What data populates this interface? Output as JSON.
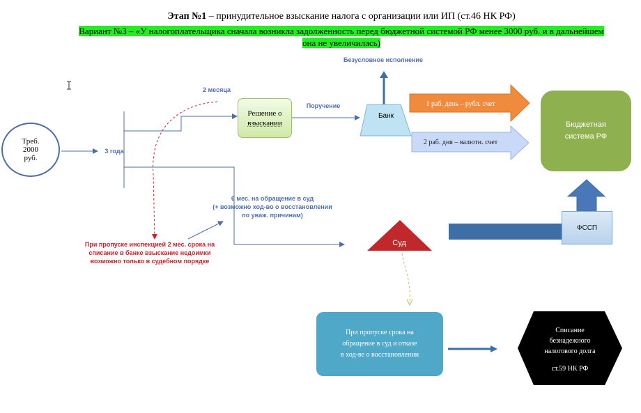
{
  "header": {
    "title_bold": "Этап №1",
    "title_rest": " – принудительное взыскание налога с организации или ИП (ст.46 НК РФ)",
    "variant_line1": "Вариант №3 – «У налогоплательщика сначала возникла задолженность перед бюджетной системой РФ менее 3000 руб. и в дальнейшем",
    "variant_line2": "она не увеличилась)"
  },
  "nodes": {
    "demand_line1": "Треб.",
    "demand_line2": "2000",
    "demand_line3": "руб.",
    "decision_line1": "Решение о",
    "decision_line2": "взыскании",
    "bank": "Банк",
    "budget_line1": "Бюджетная",
    "budget_line2": "система РФ",
    "fssp": "ФССП",
    "court": "Суд",
    "missed_line1": "При пропуске срока на",
    "missed_line2": "обращение в суд и отказе",
    "missed_line3": "в ход-ве о восстановлении",
    "writeoff_line1": "Списание",
    "writeoff_line2": "безнадежного",
    "writeoff_line3": "налогового долга",
    "writeoff_line4": "ст.59 НК РФ"
  },
  "labels": {
    "two_months": "2 месяца",
    "three_years": "3 года",
    "order": "Поручение",
    "unconditional": "Безусловное исполнение",
    "six_months_line1": "6 мес. на обращение в суд",
    "six_months_line2": "(+ возможно ход-во о восстановлении",
    "six_months_line3": "по уваж. причинам)",
    "red_line1": "При пропуске инспекцией 2 мес. срока на",
    "red_line2": "списание в банке взыскание недоимки",
    "red_line3": "возможно только в судебном порядке",
    "rub_arrow": "1 раб. день – рубл. счет",
    "fx_arrow": "2 раб. дня – валютн. счет"
  },
  "colors": {
    "orange": "#f08a3c",
    "light_blue": "#c9d9f8",
    "green": "#8fb04f",
    "teal": "#4fa8c8",
    "court_red": "#c0282c",
    "line_blue": "#4e6fa6",
    "dark_blue": "#3d6ea6"
  }
}
